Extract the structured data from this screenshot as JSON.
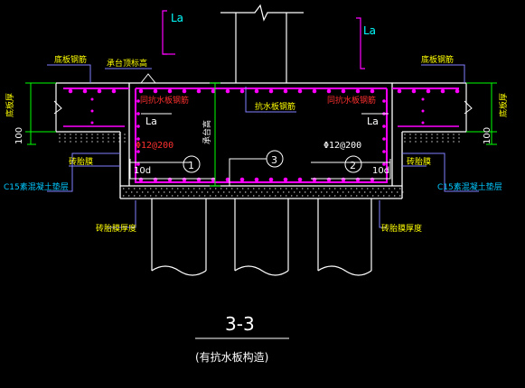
{
  "drawing": {
    "section_title": "3-3",
    "section_subtitle": "(有抗水板构造)"
  },
  "labels": {
    "la_top_left": "La",
    "la_top_right": "La",
    "bottom_rebar_left": "底板钢筋",
    "bottom_rebar_right": "底板钢筋",
    "cap_top_rebar": "承台顶标高",
    "slab_thickness_left": "底板厚",
    "slab_thickness_right": "底板厚",
    "dim_100_left": "100",
    "dim_100_right": "100",
    "same_anti_water_left": "同抗水板钢筋",
    "same_anti_water_right": "同抗水板钢筋",
    "anti_water_rebar_center": "抗水板钢筋",
    "la_inner_left": "La",
    "la_inner_right": "La",
    "phi12_left": "Φ12@200",
    "phi12_right": "Φ12@200",
    "cap_height": "承台高",
    "tend_left": "10d",
    "tend_right": "10d",
    "marker_1": "1",
    "marker_2": "2",
    "marker_3": "3",
    "brick_mold_left": "砖胎膜",
    "brick_mold_right": "砖胎膜",
    "c15_left": "C15素混凝土垫层",
    "c15_right": "C15素混凝土垫层",
    "brick_thickness_left": "砖胎膜厚度",
    "brick_thickness_right": "砖胎膜厚度"
  },
  "colors": {
    "background": "#000000",
    "concrete": "#ffffff",
    "rebar_main": "#ff00ff",
    "rebar_dots": "#ff00ff",
    "dim": "#00ff00",
    "leader": "#8080ff",
    "label_text": "#ffff00",
    "red_text": "#ff3030",
    "anno_cyan": "#00c8ff",
    "la_bracket": "#ff00ff",
    "la_text": "#00ffff"
  }
}
